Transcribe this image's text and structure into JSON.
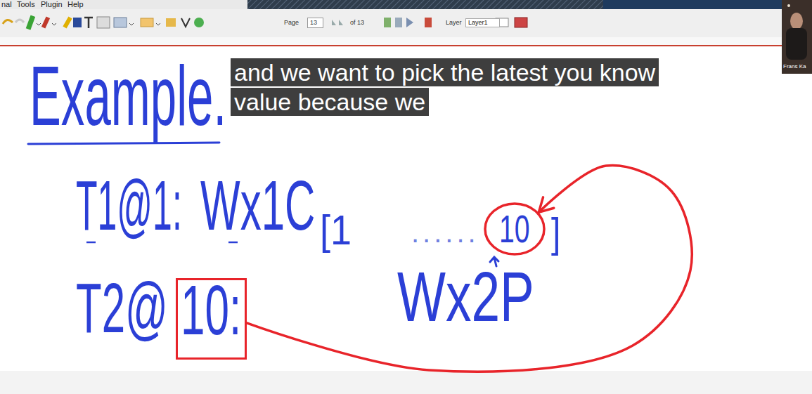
{
  "diagram": {
    "nodes": [
      {
        "text": [
          "and we want to pick the latest you know value because we"
        ]
      },
      {
        "text": [
          "10"
        ]
      },
      {
        "text": [
          "10:"
        ]
      }
    ],
    "edges": [
      {
        "from": 2,
        "to": 1,
        "arrow": "to"
      }
    ],
    "labels": [
      "nal",
      "Tools",
      "Plugin",
      "Help",
      "Page",
      "13",
      "of 13",
      "Layer",
      "Layer1",
      "Frans Ka",
      "Example.",
      "T1@1:",
      "Wx1C",
      "[1",
      "......",
      "]",
      "T2@",
      "Wx2P"
    ]
  }
}
